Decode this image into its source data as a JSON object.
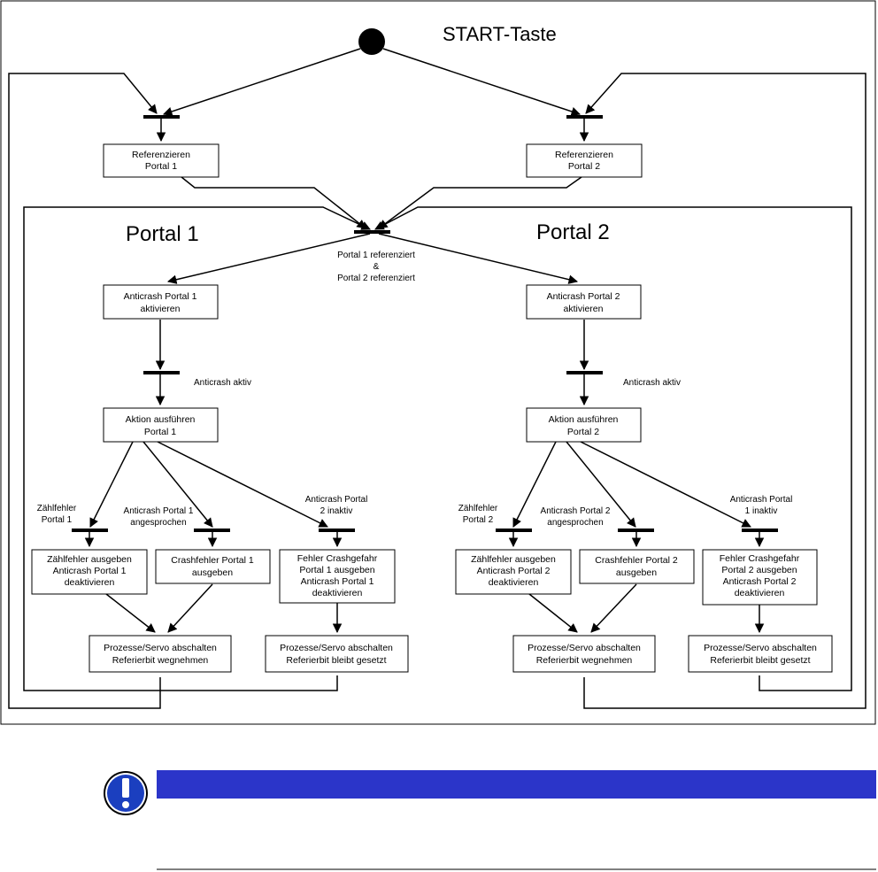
{
  "title": "START-Taste",
  "section_left": "Portal 1",
  "section_right": "Portal 2",
  "ref_box_1": [
    "Referenzieren",
    "Portal 1"
  ],
  "ref_box_2": [
    "Referenzieren",
    "Portal 2"
  ],
  "sync_label": [
    "Portal 1 referenziert",
    "&",
    "Portal 2 referenziert"
  ],
  "left": {
    "anticrash": [
      "Anticrash Portal 1",
      "aktivieren"
    ],
    "anticrash_aktiv": "Anticrash aktiv",
    "aktion": [
      "Aktion ausführen",
      "Portal 1"
    ],
    "guard_zahl": [
      "Zählfehler",
      "Portal 1"
    ],
    "guard_crash": [
      "Anticrash Portal 1",
      "angesprochen"
    ],
    "guard_inaktiv": [
      "Anticrash Portal",
      "2 inaktiv"
    ],
    "zahl_box": [
      "Zählfehler ausgeben",
      "Anticrash Portal 1",
      "deaktivieren"
    ],
    "crash_box": [
      "Crashfehler Portal 1",
      "ausgeben"
    ],
    "fehler_box": [
      "Fehler Crashgefahr",
      "Portal 1 ausgeben",
      "Anticrash Portal 1",
      "deaktivieren"
    ],
    "stop_box": [
      "Prozesse/Servo abschalten",
      "Referierbit wegnehmen"
    ],
    "stop_keep_box": [
      "Prozesse/Servo abschalten",
      "Referierbit bleibt gesetzt"
    ]
  },
  "right": {
    "anticrash": [
      "Anticrash Portal 2",
      "aktivieren"
    ],
    "anticrash_aktiv": "Anticrash aktiv",
    "aktion": [
      "Aktion ausführen",
      "Portal 2"
    ],
    "guard_zahl": [
      "Zählfehler",
      "Portal 2"
    ],
    "guard_crash": [
      "Anticrash Portal 2",
      "angesprochen"
    ],
    "guard_inaktiv": [
      "Anticrash Portal",
      "1 inaktiv"
    ],
    "zahl_box": [
      "Zählfehler ausgeben",
      "Anticrash Portal 2",
      "deaktivieren"
    ],
    "crash_box": [
      "Crashfehler Portal 2",
      "ausgeben"
    ],
    "fehler_box": [
      "Fehler Crashgefahr",
      "Portal 2 ausgeben",
      "Anticrash Portal 2",
      "deaktivieren"
    ],
    "stop_box": [
      "Prozesse/Servo abschalten",
      "Referierbit wegnehmen"
    ],
    "stop_keep_box": [
      "Prozesse/Servo abschalten",
      "Referierbit bleibt gesetzt"
    ]
  },
  "notice": {
    "icon": "exclamation-icon",
    "bar_color": "#2b35c9",
    "icon_color": "#1b3fbf"
  }
}
